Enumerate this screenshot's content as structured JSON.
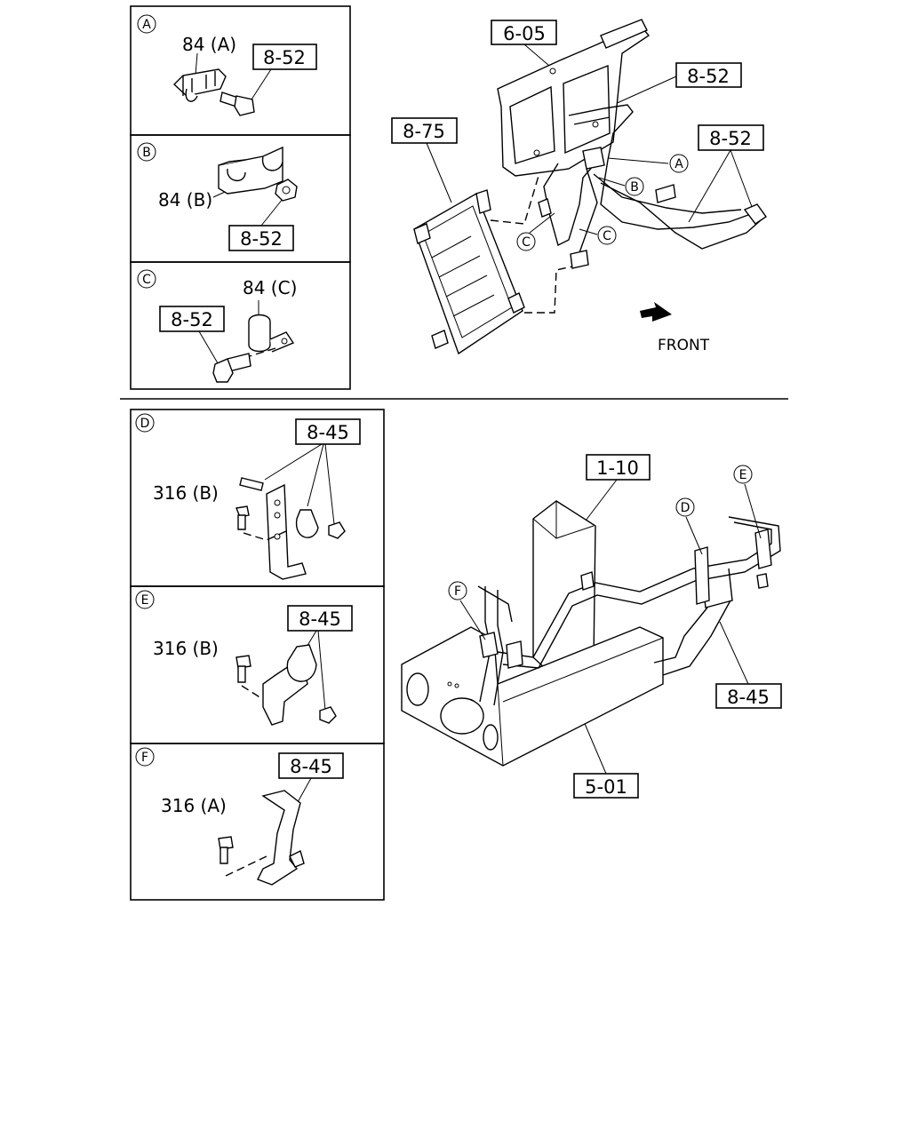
{
  "detail_panels": [
    {
      "letter": "A",
      "part": "84 (A)",
      "ref": "8-52"
    },
    {
      "letter": "B",
      "part": "84 (B)",
      "ref": "8-52"
    },
    {
      "letter": "C",
      "part": "84 (C)",
      "ref": "8-52"
    },
    {
      "letter": "D",
      "part": "316 (B)",
      "ref": "8-45"
    },
    {
      "letter": "E",
      "part": "316 (B)",
      "ref": "8-45"
    },
    {
      "letter": "F",
      "part": "316 (A)",
      "ref": "8-45"
    }
  ],
  "upper_view": {
    "refs": [
      "6-05",
      "8-52",
      "8-75",
      "8-52"
    ],
    "callouts": [
      "A",
      "B",
      "C",
      "C"
    ],
    "direction": "FRONT"
  },
  "lower_view": {
    "refs": [
      "1-10",
      "8-45",
      "5-01"
    ],
    "callouts": [
      "D",
      "E",
      "F"
    ]
  }
}
